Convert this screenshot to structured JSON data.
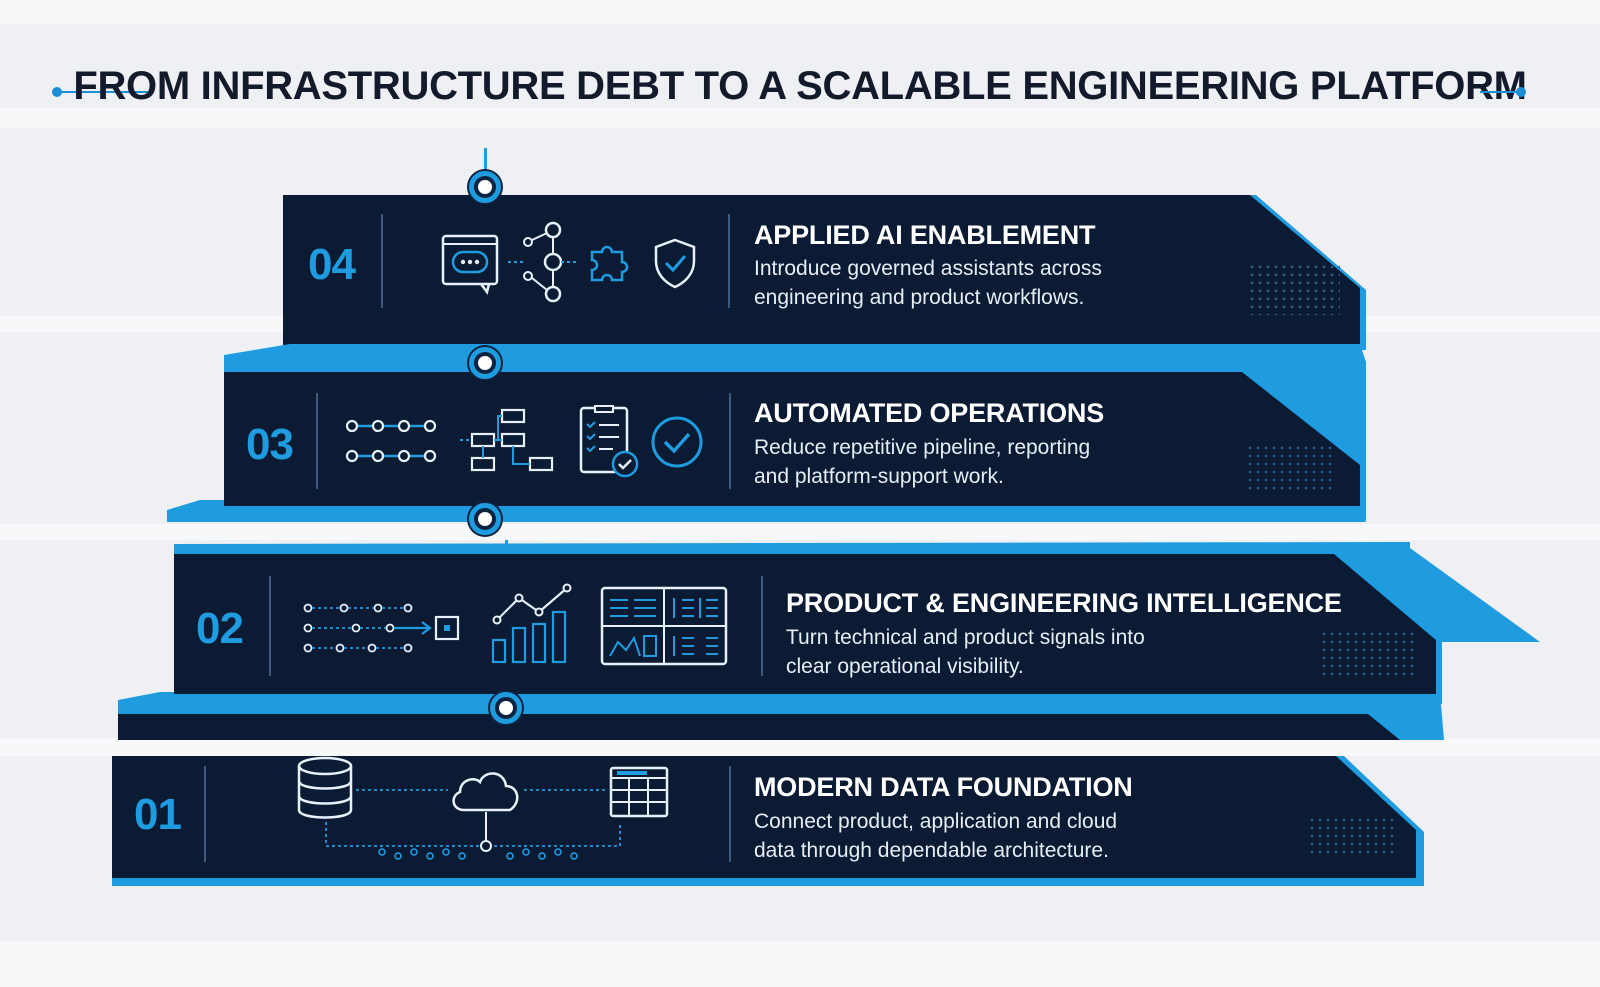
{
  "title": "FROM INFRASTRUCTURE DEBT TO A SCALABLE ENGINEERING PLATFORM",
  "colors": {
    "accent": "#1f9be0",
    "panel": "#0b1b33",
    "background": "#eef0f3",
    "title_text": "#131a2b"
  },
  "layers": [
    {
      "number": "04",
      "title": "APPLIED AI ENABLEMENT",
      "desc_line1": "Introduce governed assistants across",
      "desc_line2": "engineering and product workflows.",
      "icons": [
        "chat-window-icon",
        "node-network-icon",
        "puzzle-piece-icon",
        "shield-check-icon"
      ]
    },
    {
      "number": "03",
      "title": "AUTOMATED OPERATIONS",
      "desc_line1": "Reduce repetitive pipeline, reporting",
      "desc_line2": "and platform-support work.",
      "icons": [
        "pipeline-icon",
        "flowchart-icon",
        "checklist-icon",
        "check-circle-icon"
      ]
    },
    {
      "number": "02",
      "title": "PRODUCT & ENGINEERING INTELLIGENCE",
      "desc_line1": "Turn technical and product signals into",
      "desc_line2": "clear operational visibility.",
      "icons": [
        "signal-flow-icon",
        "bar-trend-chart-icon",
        "dashboard-icon"
      ]
    },
    {
      "number": "01",
      "title": "MODERN DATA FOUNDATION",
      "desc_line1": "Connect product, application and cloud",
      "desc_line2": "data through dependable architecture.",
      "icons": [
        "database-icon",
        "cloud-icon",
        "table-icon",
        "connection-bus-icon"
      ]
    }
  ]
}
